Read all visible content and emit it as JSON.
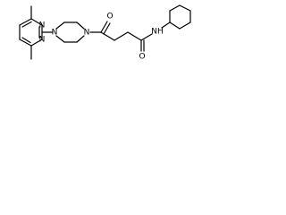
{
  "molecule": {
    "atoms": {
      "pyrimidine_n_top": "N",
      "pyrimidine_n_bottom": "N",
      "piperazine_n_left": "N",
      "piperazine_n_right": "N",
      "carbonyl_o_top": "O",
      "amide_nh": "NH",
      "amide_o_bottom": "O"
    }
  },
  "colors": {
    "bond": "#000000",
    "background": "#ffffff"
  }
}
